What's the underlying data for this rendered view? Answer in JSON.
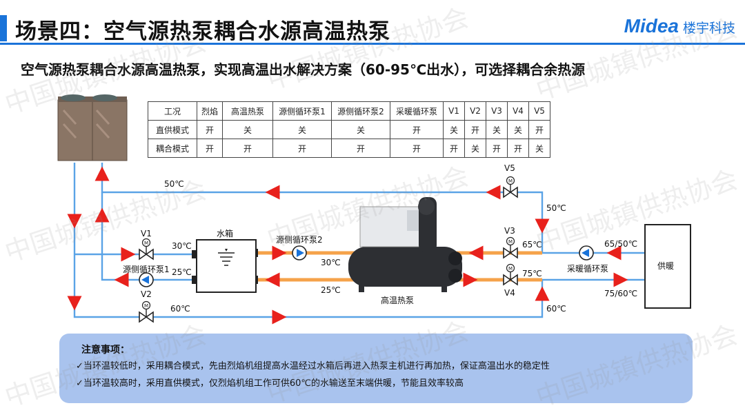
{
  "header": {
    "title": "场景四：空气源热泵耦合水源高温热泵",
    "logo_word": "Midea",
    "logo_sub": "楼宇科技"
  },
  "subtitle": "空气源热泵耦合水源高温热泵，实现高温出水解决方案（60-95℃出水），可选择耦合余热源",
  "table": {
    "headers": [
      "工况",
      "烈焰",
      "高温热泵",
      "源侧循环泵1",
      "源侧循环泵2",
      "采暖循环泵",
      "V1",
      "V2",
      "V3",
      "V4",
      "V5"
    ],
    "rows": [
      [
        "直供模式",
        "开",
        "关",
        "关",
        "关",
        "开",
        "关",
        "开",
        "关",
        "关",
        "开"
      ],
      [
        "耦合模式",
        "开",
        "开",
        "开",
        "开",
        "开",
        "开",
        "关",
        "开",
        "开",
        "关"
      ]
    ]
  },
  "diagram": {
    "temps": {
      "t50_top": "50℃",
      "t30_left": "30℃",
      "t25_left": "25℃",
      "t60_left": "60℃",
      "t30_mid": "30℃",
      "t25_mid": "25℃",
      "t65": "65℃",
      "t75": "75℃",
      "t50_right": "50℃",
      "t60_right": "60℃",
      "supply_top": "65/50℃",
      "supply_bottom": "75/60℃"
    },
    "valves": {
      "v1": "V1",
      "v2": "V2",
      "v3": "V3",
      "v4": "V4",
      "v5": "V5"
    },
    "pumps": {
      "source1": "源侧循环泵1",
      "source2": "源侧循环泵2",
      "heating": "采暖循环泵"
    },
    "tank": "水箱",
    "heat_pump": "高温热泵",
    "load": "供暖",
    "colors": {
      "hot_pipe": "#f5a24a",
      "cold_pipe": "#5aa3e6",
      "arrow": "#e8211c",
      "accent": "#1a73d9",
      "notes_bg": "#a9c3ee"
    }
  },
  "notes": {
    "title": "注意事项：",
    "items": [
      "✓当环温较低时，采用耦合模式，先由烈焰机组提高水温经过水箱后再进入热泵主机进行再加热，保证高温出水的稳定性",
      "✓当环温较高时，采用直供模式，仅烈焰机组工作可供60℃的水输送至末端供暖，节能且效率较高"
    ]
  },
  "watermark": "中国城镇供热协会"
}
